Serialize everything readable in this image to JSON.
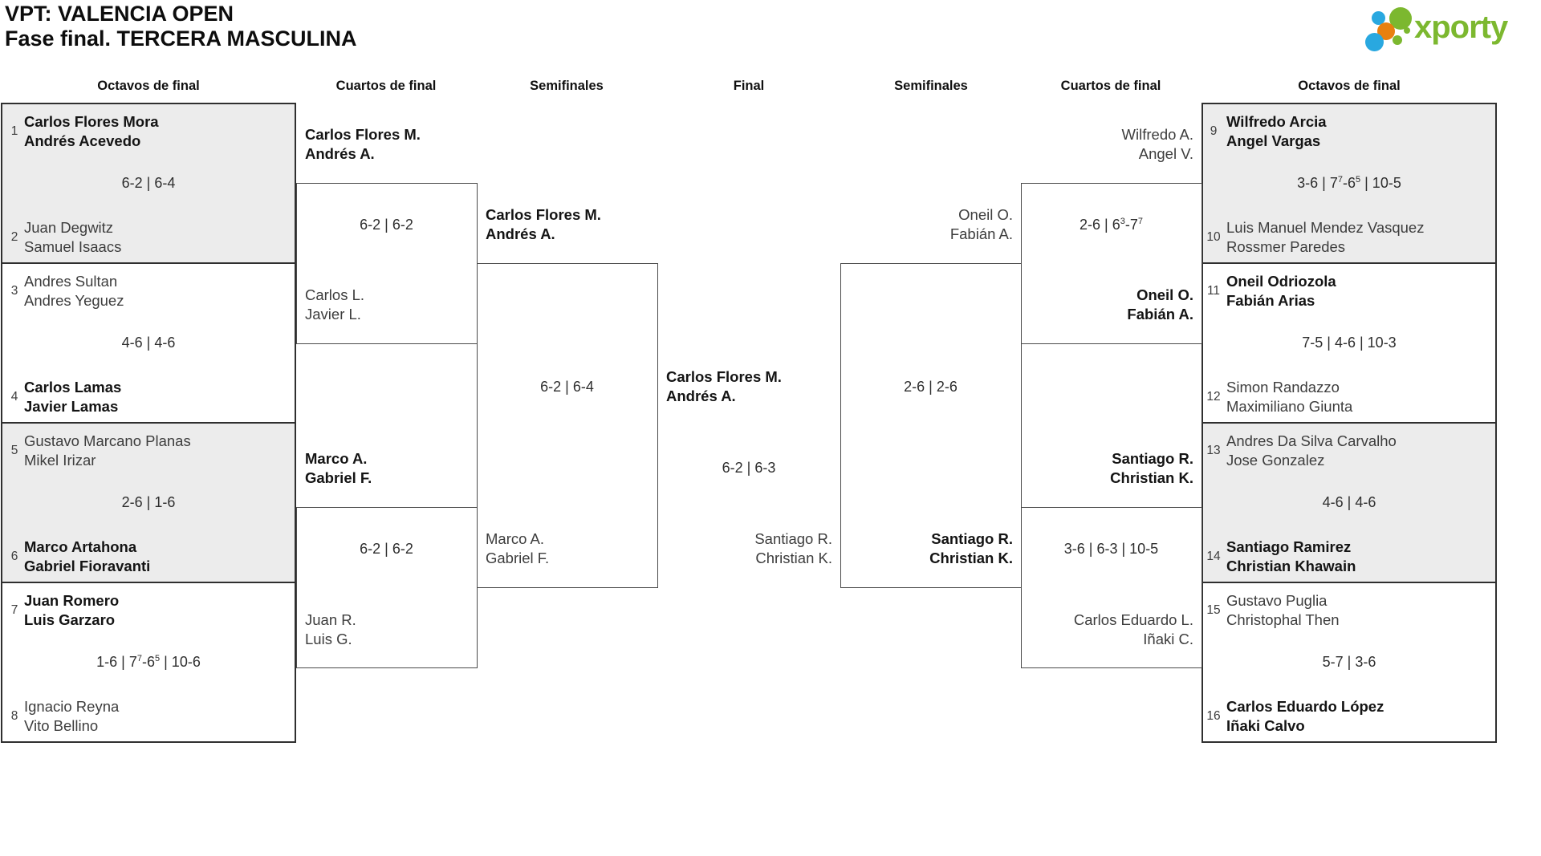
{
  "title": {
    "line1": "VPT: VALENCIA OPEN",
    "line2": "Fase final. TERCERA MASCULINA"
  },
  "logo": {
    "brand": "xporty",
    "green": "#7cb82f",
    "blue": "#29a8e0",
    "orange": "#e8800f"
  },
  "headers": {
    "octavos_left": "Octavos de final",
    "cuartos_left": "Cuartos de final",
    "semis_left": "Semifinales",
    "final": "Final",
    "semis_right": "Semifinales",
    "cuartos_right": "Cuartos de final",
    "octavos_right": "Octavos de final"
  },
  "octavos_left": {
    "m1": {
      "seed_top": "1",
      "team_top": "Carlos Flores Mora\nAndrés Acevedo",
      "score": "6-2 | 6-4",
      "seed_bottom": "2",
      "team_bottom": "Juan Degwitz\nSamuel Isaacs"
    },
    "m2": {
      "seed_top": "3",
      "team_top": "Andres Sultan\nAndres Yeguez",
      "score": "4-6 | 4-6",
      "seed_bottom": "4",
      "team_bottom": "Carlos Lamas\nJavier Lamas"
    },
    "m3": {
      "seed_top": "5",
      "team_top": "Gustavo Marcano Planas\nMikel Irizar",
      "score": "2-6 | 1-6",
      "seed_bottom": "6",
      "team_bottom": "Marco Artahona\nGabriel Fioravanti"
    },
    "m4": {
      "seed_top": "7",
      "team_top": "Juan Romero\nLuis Garzaro",
      "score": "1-6 | 7^7-6^5 | 10-6",
      "seed_bottom": "8",
      "team_bottom": "Ignacio Reyna\nVito Bellino"
    }
  },
  "cuartos_left": {
    "m1": {
      "winner": "Carlos Flores M.\nAndrés A.",
      "score": "6-2 | 6-2",
      "loser": "Carlos L.\nJavier L."
    },
    "m2": {
      "winner": "Marco A.\nGabriel F.",
      "score": "6-2 | 6-2",
      "loser": "Juan R.\nLuis G."
    }
  },
  "semifinal_left": {
    "winner": "Carlos Flores M.\nAndrés A.",
    "score": "6-2 | 6-4",
    "loser": "Marco A.\nGabriel F."
  },
  "final": {
    "champion": "Carlos Flores M.\nAndrés A.",
    "score": "6-2 | 6-3",
    "runner_up": "Santiago R.\nChristian K."
  },
  "semifinal_right": {
    "loser_top": "Oneil O.\nFabián A.",
    "score": "2-6 | 2-6",
    "winner_bottom": "Santiago R.\nChristian K."
  },
  "cuartos_right": {
    "m1": {
      "loser_top": "Wilfredo A.\nAngel V.",
      "score": "2-6 | 6^3-7^7",
      "winner_bottom": "Oneil O.\nFabián A."
    },
    "m2": {
      "winner_top": "Santiago R.\nChristian K.",
      "score": "3-6 | 6-3 | 10-5",
      "loser_bottom": "Carlos Eduardo L.\nIñaki C."
    }
  },
  "octavos_right": {
    "m1": {
      "seed_top": "9",
      "team_top": "Wilfredo Arcia\nAngel Vargas",
      "score": "3-6 | 7^7-6^5 | 10-5",
      "seed_bottom": "10",
      "team_bottom": "Luis Manuel Mendez Vasquez\nRossmer Paredes"
    },
    "m2": {
      "seed_top": "11",
      "team_top": "Oneil Odriozola\nFabián Arias",
      "score": "7-5 | 4-6 | 10-3",
      "seed_bottom": "12",
      "team_bottom": "Simon Randazzo\nMaximiliano Giunta"
    },
    "m3": {
      "seed_top": "13",
      "team_top": "Andres Da Silva Carvalho\nJose Gonzalez",
      "score": "4-6 | 4-6",
      "seed_bottom": "14",
      "team_bottom": "Santiago Ramirez\nChristian Khawain"
    },
    "m4": {
      "seed_top": "15",
      "team_top": "Gustavo Puglia\nChristophal Then",
      "score": "5-7 | 3-6",
      "seed_bottom": "16",
      "team_bottom": "Carlos Eduardo López\nIñaki Calvo"
    }
  }
}
